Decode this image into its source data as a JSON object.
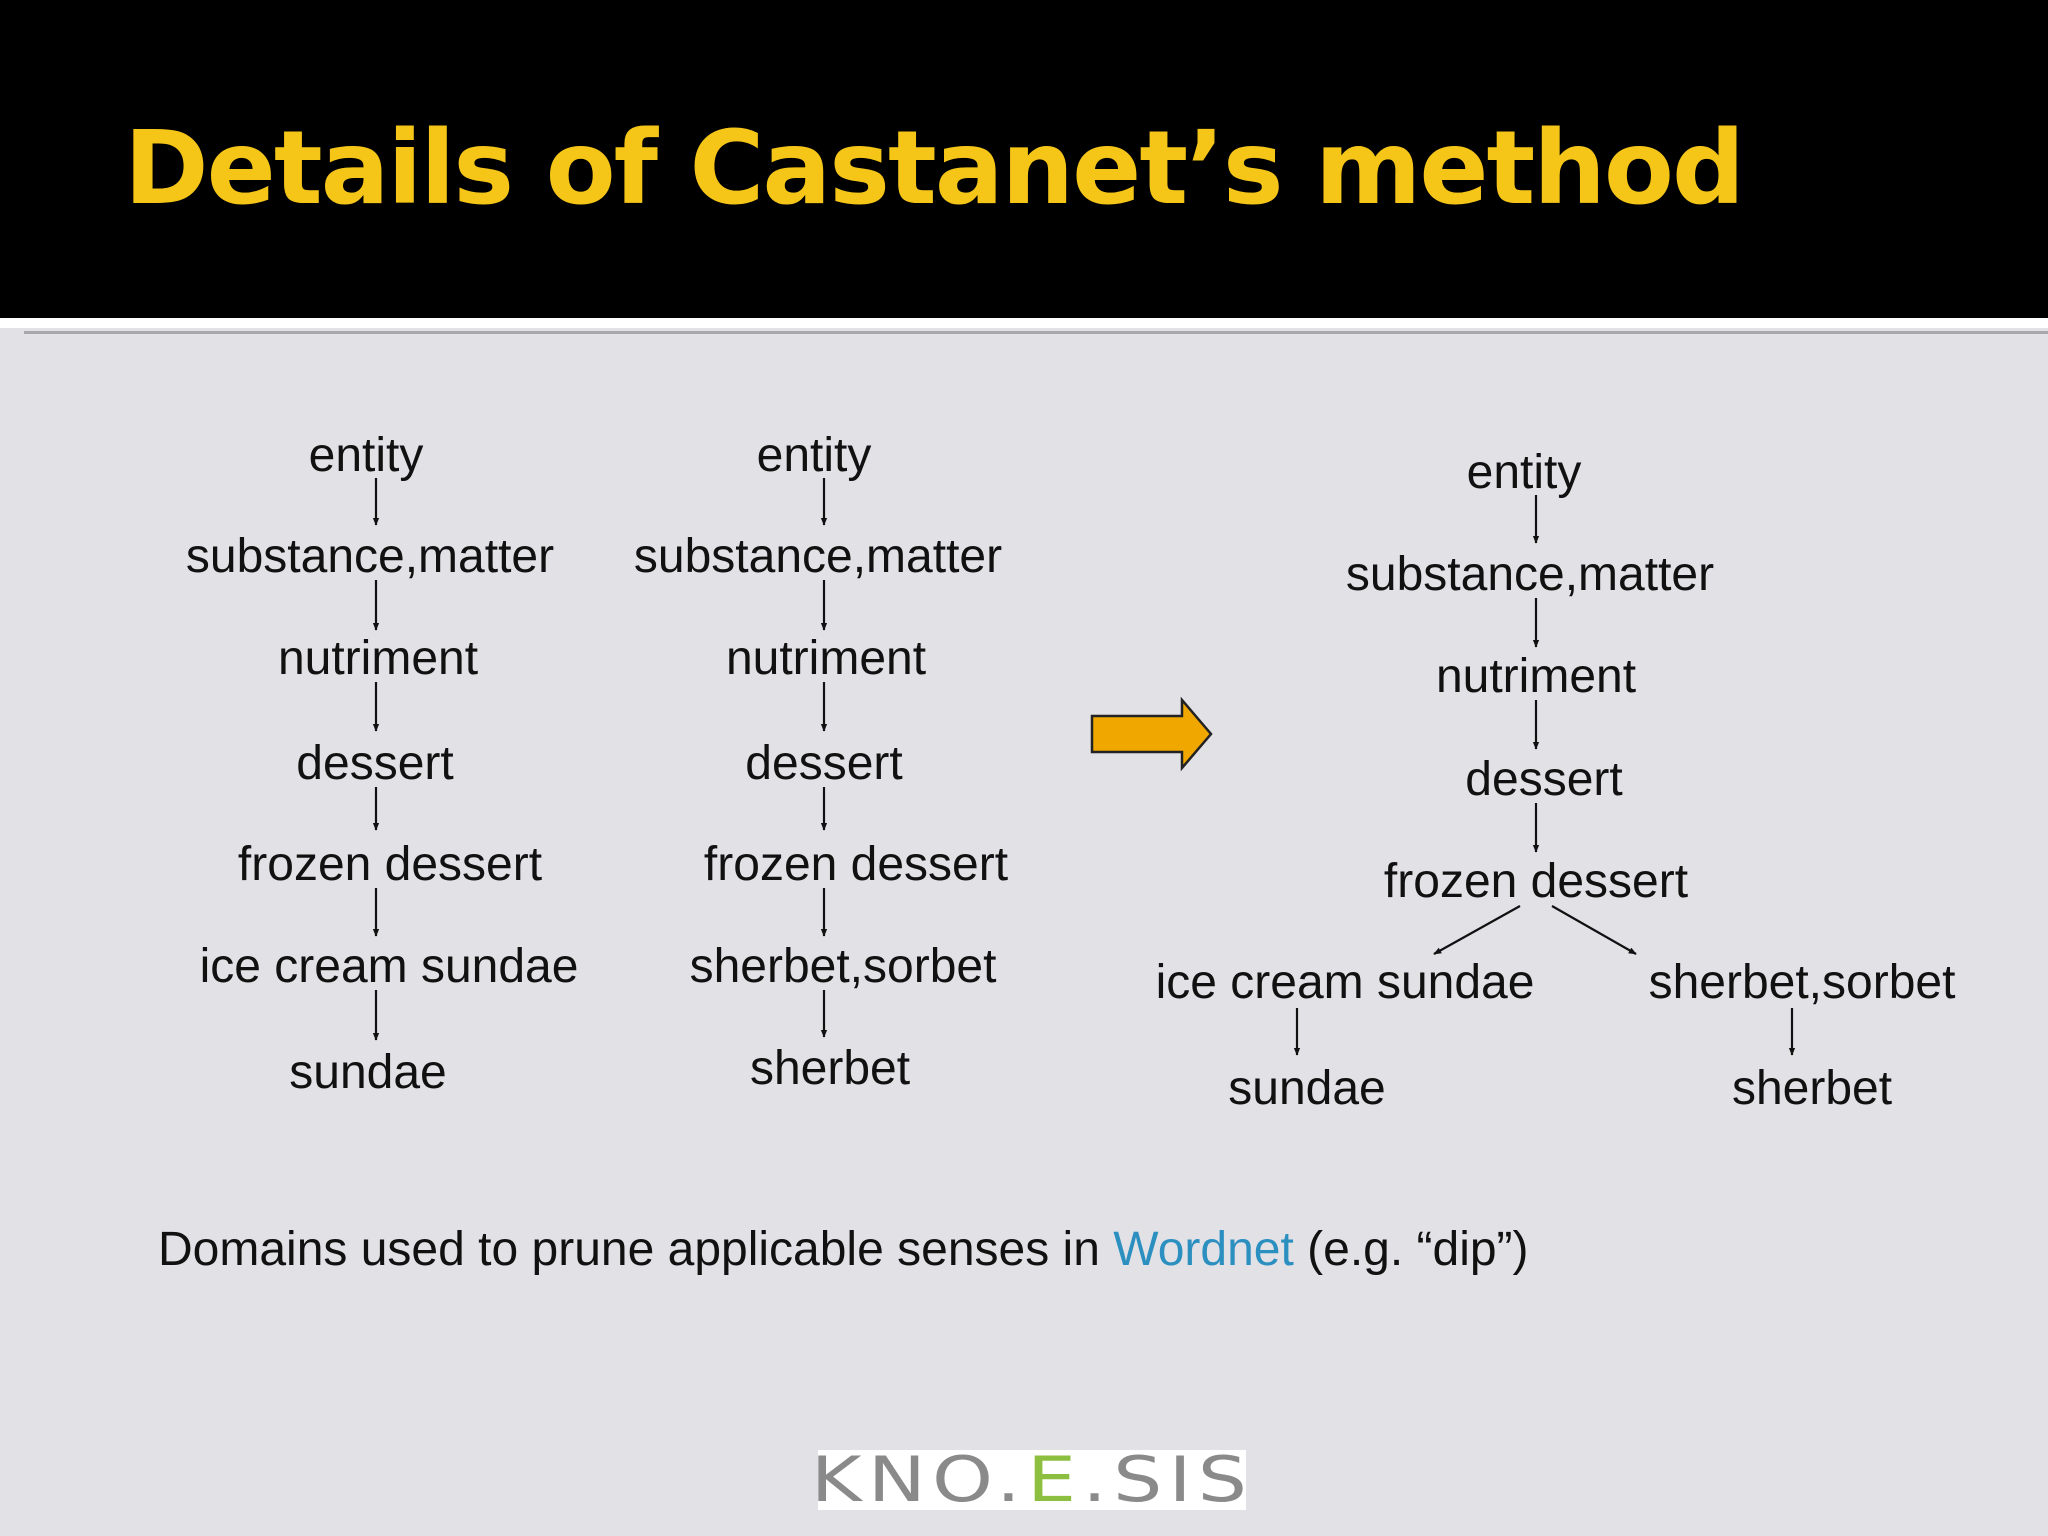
{
  "slide": {
    "title": "Details of Castanet’s method"
  },
  "trees": {
    "left": [
      "entity",
      "substance,matter",
      "nutriment",
      "dessert",
      "frozen dessert",
      "ice cream sundae",
      "sundae"
    ],
    "middle": [
      "entity",
      "substance,matter",
      "nutriment",
      "dessert",
      "frozen dessert",
      "sherbet,sorbet",
      "sherbet"
    ],
    "merged": {
      "trunk": [
        "entity",
        "substance,matter",
        "nutriment",
        "dessert",
        "frozen dessert"
      ],
      "left_branch": [
        "ice cream sundae",
        "sundae"
      ],
      "right_branch": [
        "sherbet,sorbet",
        "sherbet"
      ]
    }
  },
  "caption": {
    "before": "Domains used to prune applicable senses in ",
    "link": "Wordnet",
    "after": " (e.g. “dip”)"
  },
  "logo": {
    "part1": "KNO.",
    "accent": "E",
    "part2": ".SIS"
  },
  "colors": {
    "title": "#f5c518",
    "arrow_fill": "#f0a800",
    "link": "#2b8fc0",
    "logo_accent": "#8cbf3f"
  }
}
